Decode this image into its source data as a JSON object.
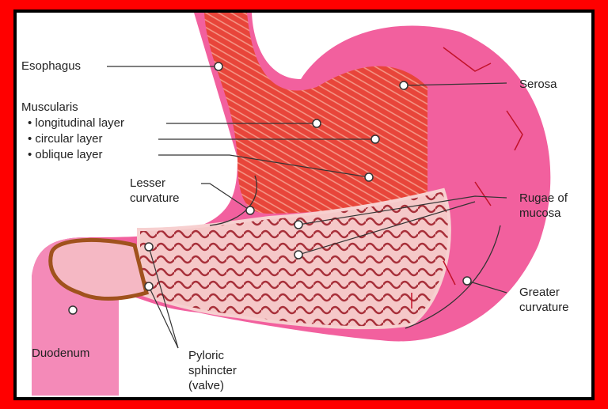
{
  "labels": {
    "esophagus": "Esophagus",
    "muscularis": "Muscularis",
    "longitudinal": "• longitudinal layer",
    "circular": "• circular layer",
    "oblique": "• oblique layer",
    "lesser_1": "Lesser",
    "lesser_2": "curvature",
    "serosa": "Serosa",
    "rugae_1": "Rugae of",
    "rugae_2": "mucosa",
    "greater_1": "Greater",
    "greater_2": "curvature",
    "duodenum": "Duodenum",
    "pyloric_1": "Pyloric",
    "pyloric_2": "sphincter",
    "pyloric_3": "(valve)"
  },
  "colors": {
    "frame": "#ff0000",
    "serosa": "#f25a9a",
    "muscle": "#e8453a",
    "mucosa": "#f3c0c0"
  }
}
